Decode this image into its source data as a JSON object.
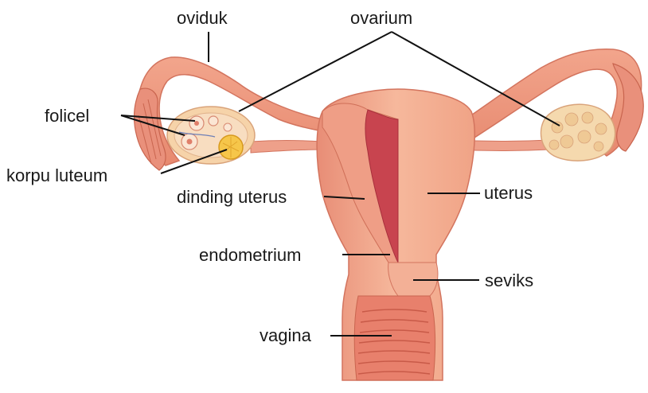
{
  "labels": {
    "oviduk": "oviduk",
    "ovarium": "ovarium",
    "folicel": "folicel",
    "korpu_luteum": "korpu luteum",
    "dinding_uterus": "dinding uterus",
    "uterus": "uterus",
    "endometrium": "endometrium",
    "seviks": "seviks",
    "vagina": "vagina"
  },
  "colors": {
    "tissue": "#f2a98e",
    "tissue_dark": "#e07f6a",
    "cavity": "#c8444f",
    "ovary": "#f6d3a9",
    "corpus_luteum": "#f6c64a",
    "fimbria": "#e9907b",
    "leader": "#111111"
  }
}
